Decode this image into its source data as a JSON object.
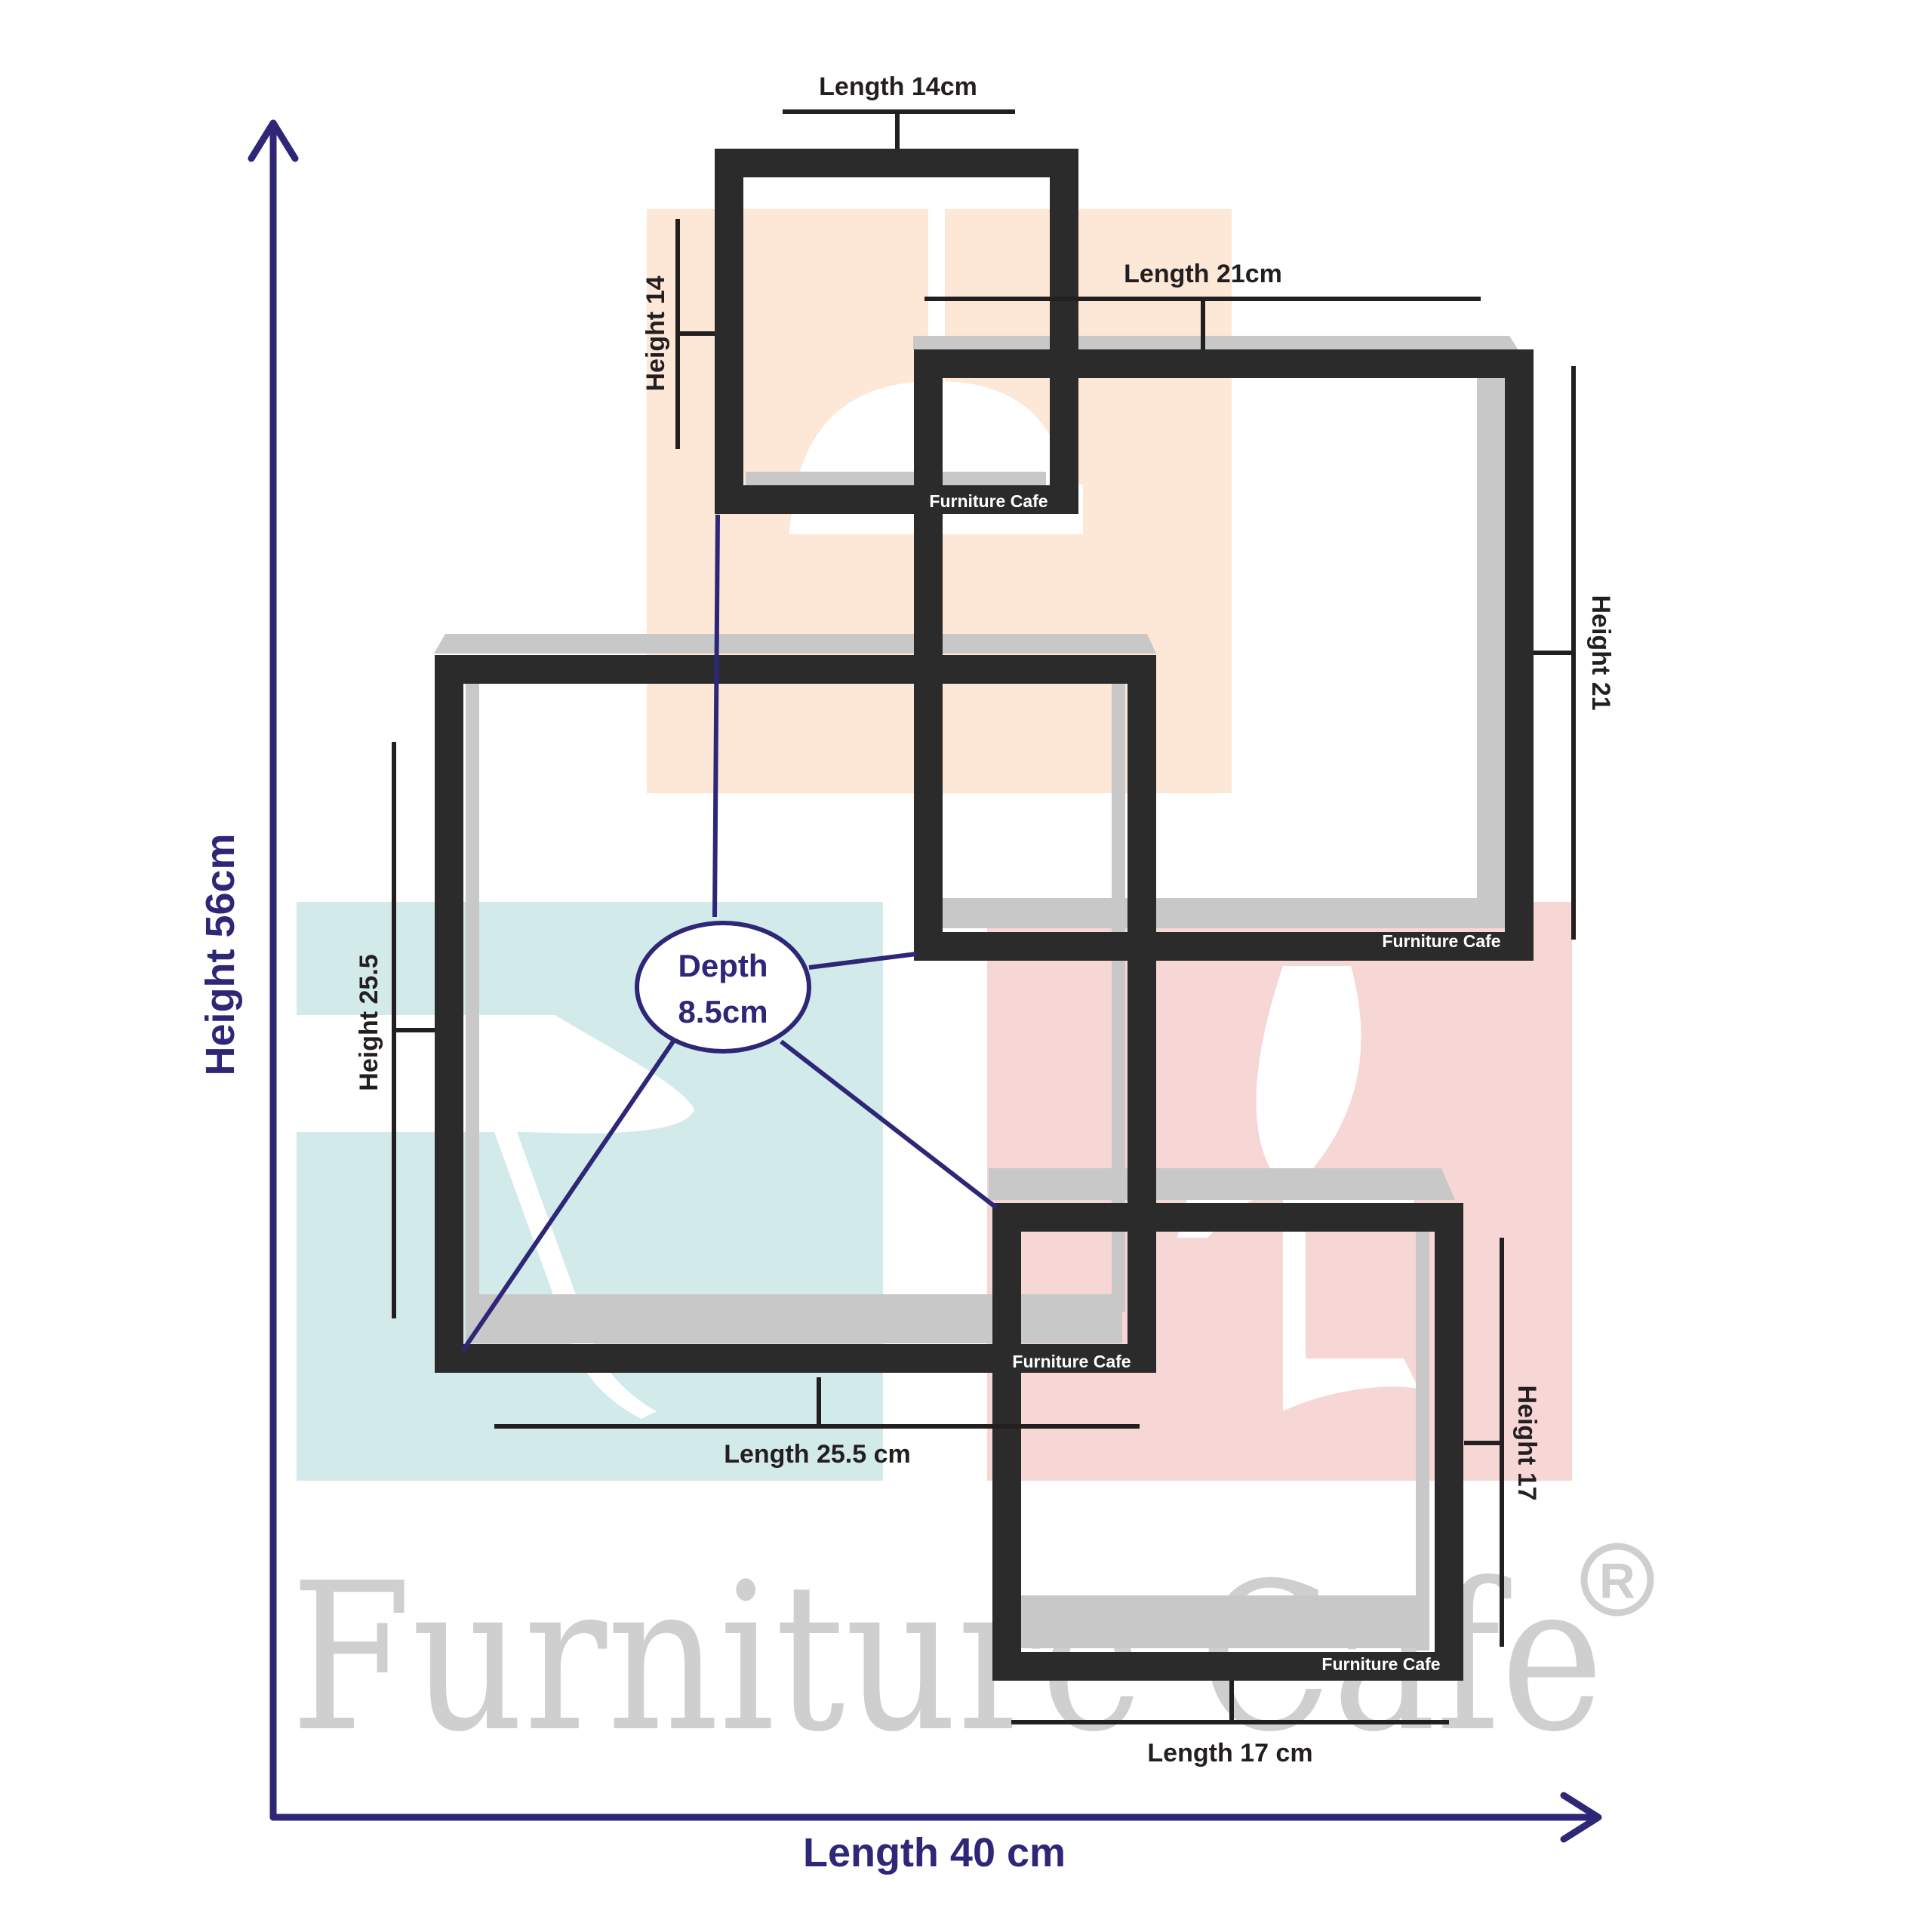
{
  "overall": {
    "height_label": "Height 56cm",
    "length_label": "Length 40 cm"
  },
  "depth": {
    "line1": "Depth",
    "line2": "8.5cm"
  },
  "shelves": [
    {
      "id": "top-small",
      "length_label": "Length 14cm",
      "height_label": "Height 14",
      "brand": "Furniture Cafe"
    },
    {
      "id": "upper-right",
      "length_label": "Length 21cm",
      "height_label": "Height 21",
      "brand": "Furniture Cafe"
    },
    {
      "id": "middle-left",
      "length_label": "Length 25.5 cm",
      "height_label": "Height 25.5",
      "brand": "Furniture Cafe"
    },
    {
      "id": "bottom-right",
      "length_label": "Length 17 cm",
      "height_label": "Height 17",
      "brand": "Furniture Cafe"
    }
  ],
  "watermark": {
    "text": "Furniture Cafe",
    "registered_mark": "®"
  },
  "colors": {
    "frame": "#2b2b2b",
    "shadow": "#c8c8c8",
    "accent": "#2e2777",
    "peach": "#fde7d6",
    "mint": "#d2eaea",
    "pink": "#f7d6d6",
    "watermark": "#cfcfcf"
  }
}
